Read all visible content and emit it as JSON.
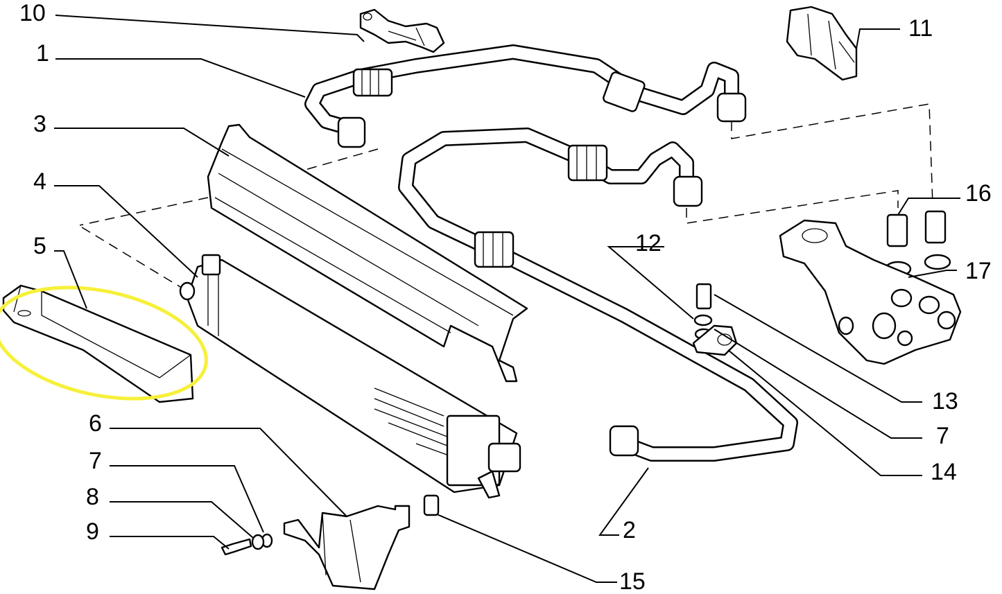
{
  "diagram": {
    "labels": [
      {
        "id": "label-10",
        "text": "10"
      },
      {
        "id": "label-1",
        "text": "1"
      },
      {
        "id": "label-3",
        "text": "3"
      },
      {
        "id": "label-4",
        "text": "4"
      },
      {
        "id": "label-5",
        "text": "5"
      },
      {
        "id": "label-6",
        "text": "6"
      },
      {
        "id": "label-7a",
        "text": "7"
      },
      {
        "id": "label-8",
        "text": "8"
      },
      {
        "id": "label-9",
        "text": "9"
      },
      {
        "id": "label-11",
        "text": "11"
      },
      {
        "id": "label-16",
        "text": "16"
      },
      {
        "id": "label-12",
        "text": "12"
      },
      {
        "id": "label-17",
        "text": "17"
      },
      {
        "id": "label-13",
        "text": "13"
      },
      {
        "id": "label-7b",
        "text": "7"
      },
      {
        "id": "label-14",
        "text": "14"
      },
      {
        "id": "label-2",
        "text": "2"
      },
      {
        "id": "label-15",
        "text": "15"
      }
    ],
    "highlight_color": "#f6f03a",
    "line_color": "#000000",
    "highlighted_part": "5"
  }
}
